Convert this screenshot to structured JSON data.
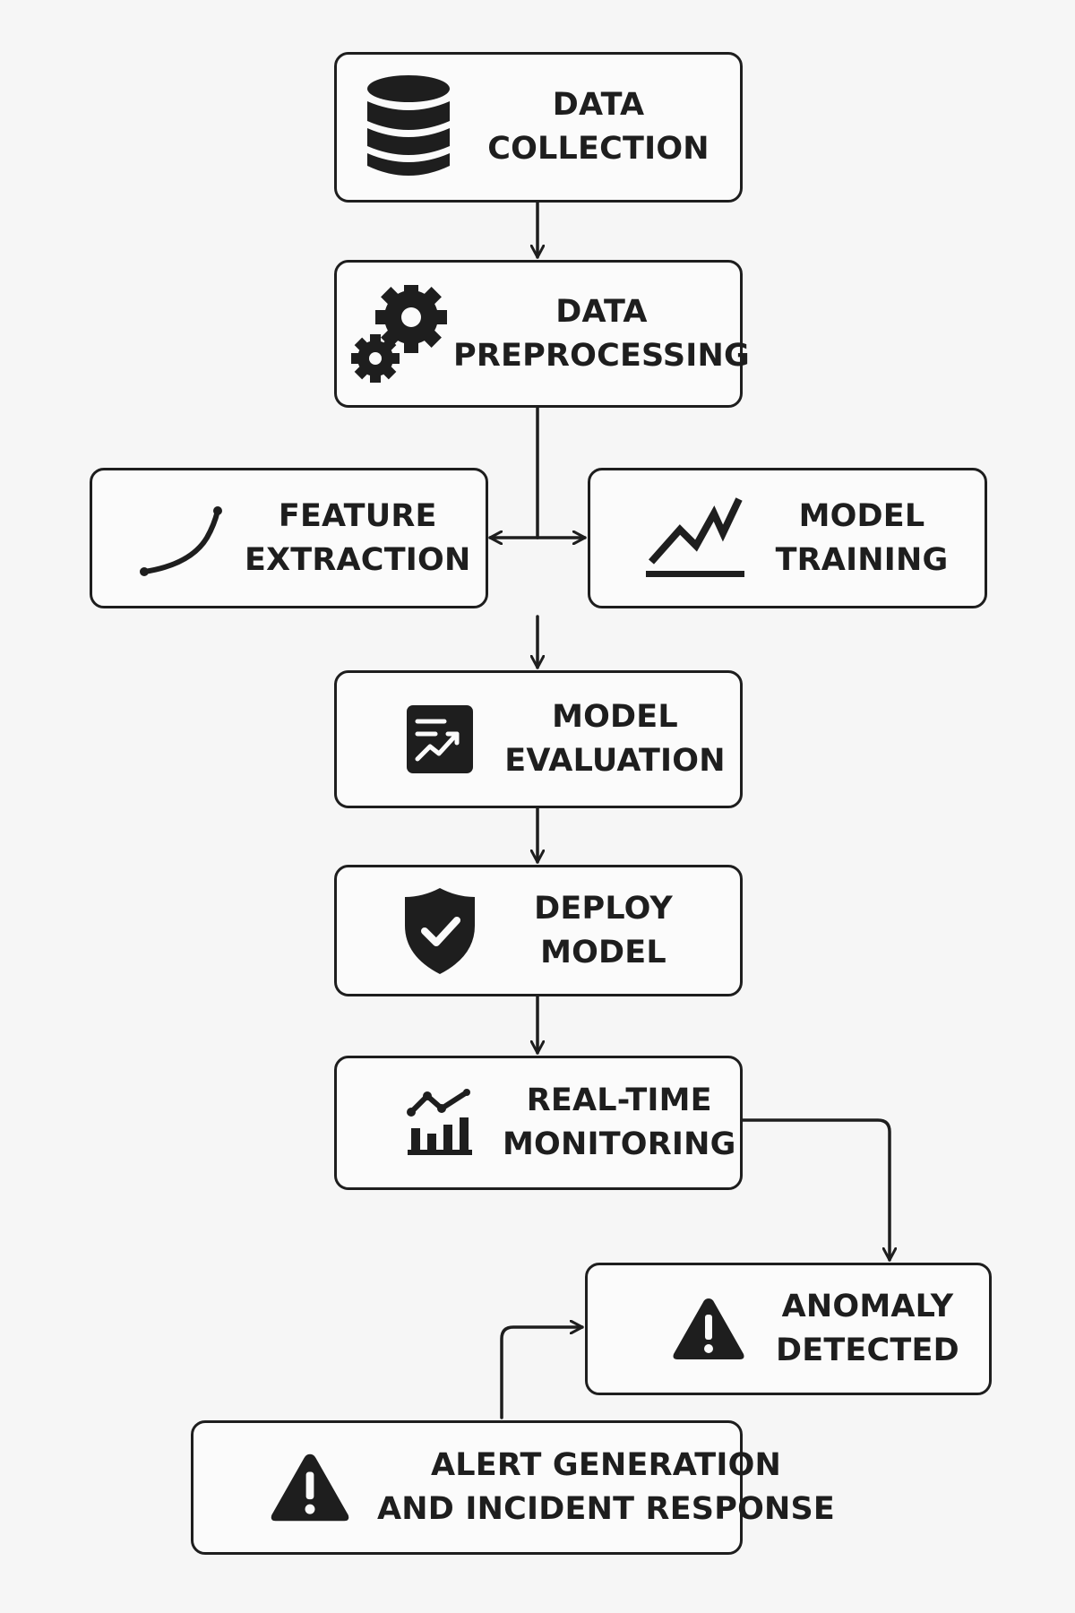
{
  "colors": {
    "ink": "#1e1e1e",
    "page": "#f6f6f6",
    "box": "#fbfbfb"
  },
  "nodes": {
    "data_collection": {
      "icon": "database-icon",
      "lines": [
        "DATA",
        "COLLECTION"
      ]
    },
    "data_preprocessing": {
      "icon": "gears-icon",
      "lines": [
        "DATA",
        "PREPROCESSING"
      ]
    },
    "feature_extraction": {
      "icon": "curve-icon",
      "lines": [
        "FEATURE",
        "EXTRACTION"
      ]
    },
    "model_training": {
      "icon": "line-chart-icon",
      "lines": [
        "MODEL",
        "TRAINING"
      ]
    },
    "model_evaluation": {
      "icon": "evaluation-board-icon",
      "lines": [
        "MODEL",
        "EVALUATION"
      ]
    },
    "deploy_model": {
      "icon": "shield-check-icon",
      "lines": [
        "DEPLOY",
        "MODEL"
      ]
    },
    "realtime_monitoring": {
      "icon": "monitoring-chart-icon",
      "lines": [
        "REAL-TIME",
        "MONITORING"
      ]
    },
    "anomaly_detected": {
      "icon": "warning-triangle-icon",
      "lines": [
        "ANOMALY",
        "DETECTED"
      ]
    },
    "alert_generation": {
      "icon": "warning-triangle-icon",
      "lines": [
        "ALERT GENERATION",
        "AND INCIDENT RESPONSE"
      ]
    }
  }
}
